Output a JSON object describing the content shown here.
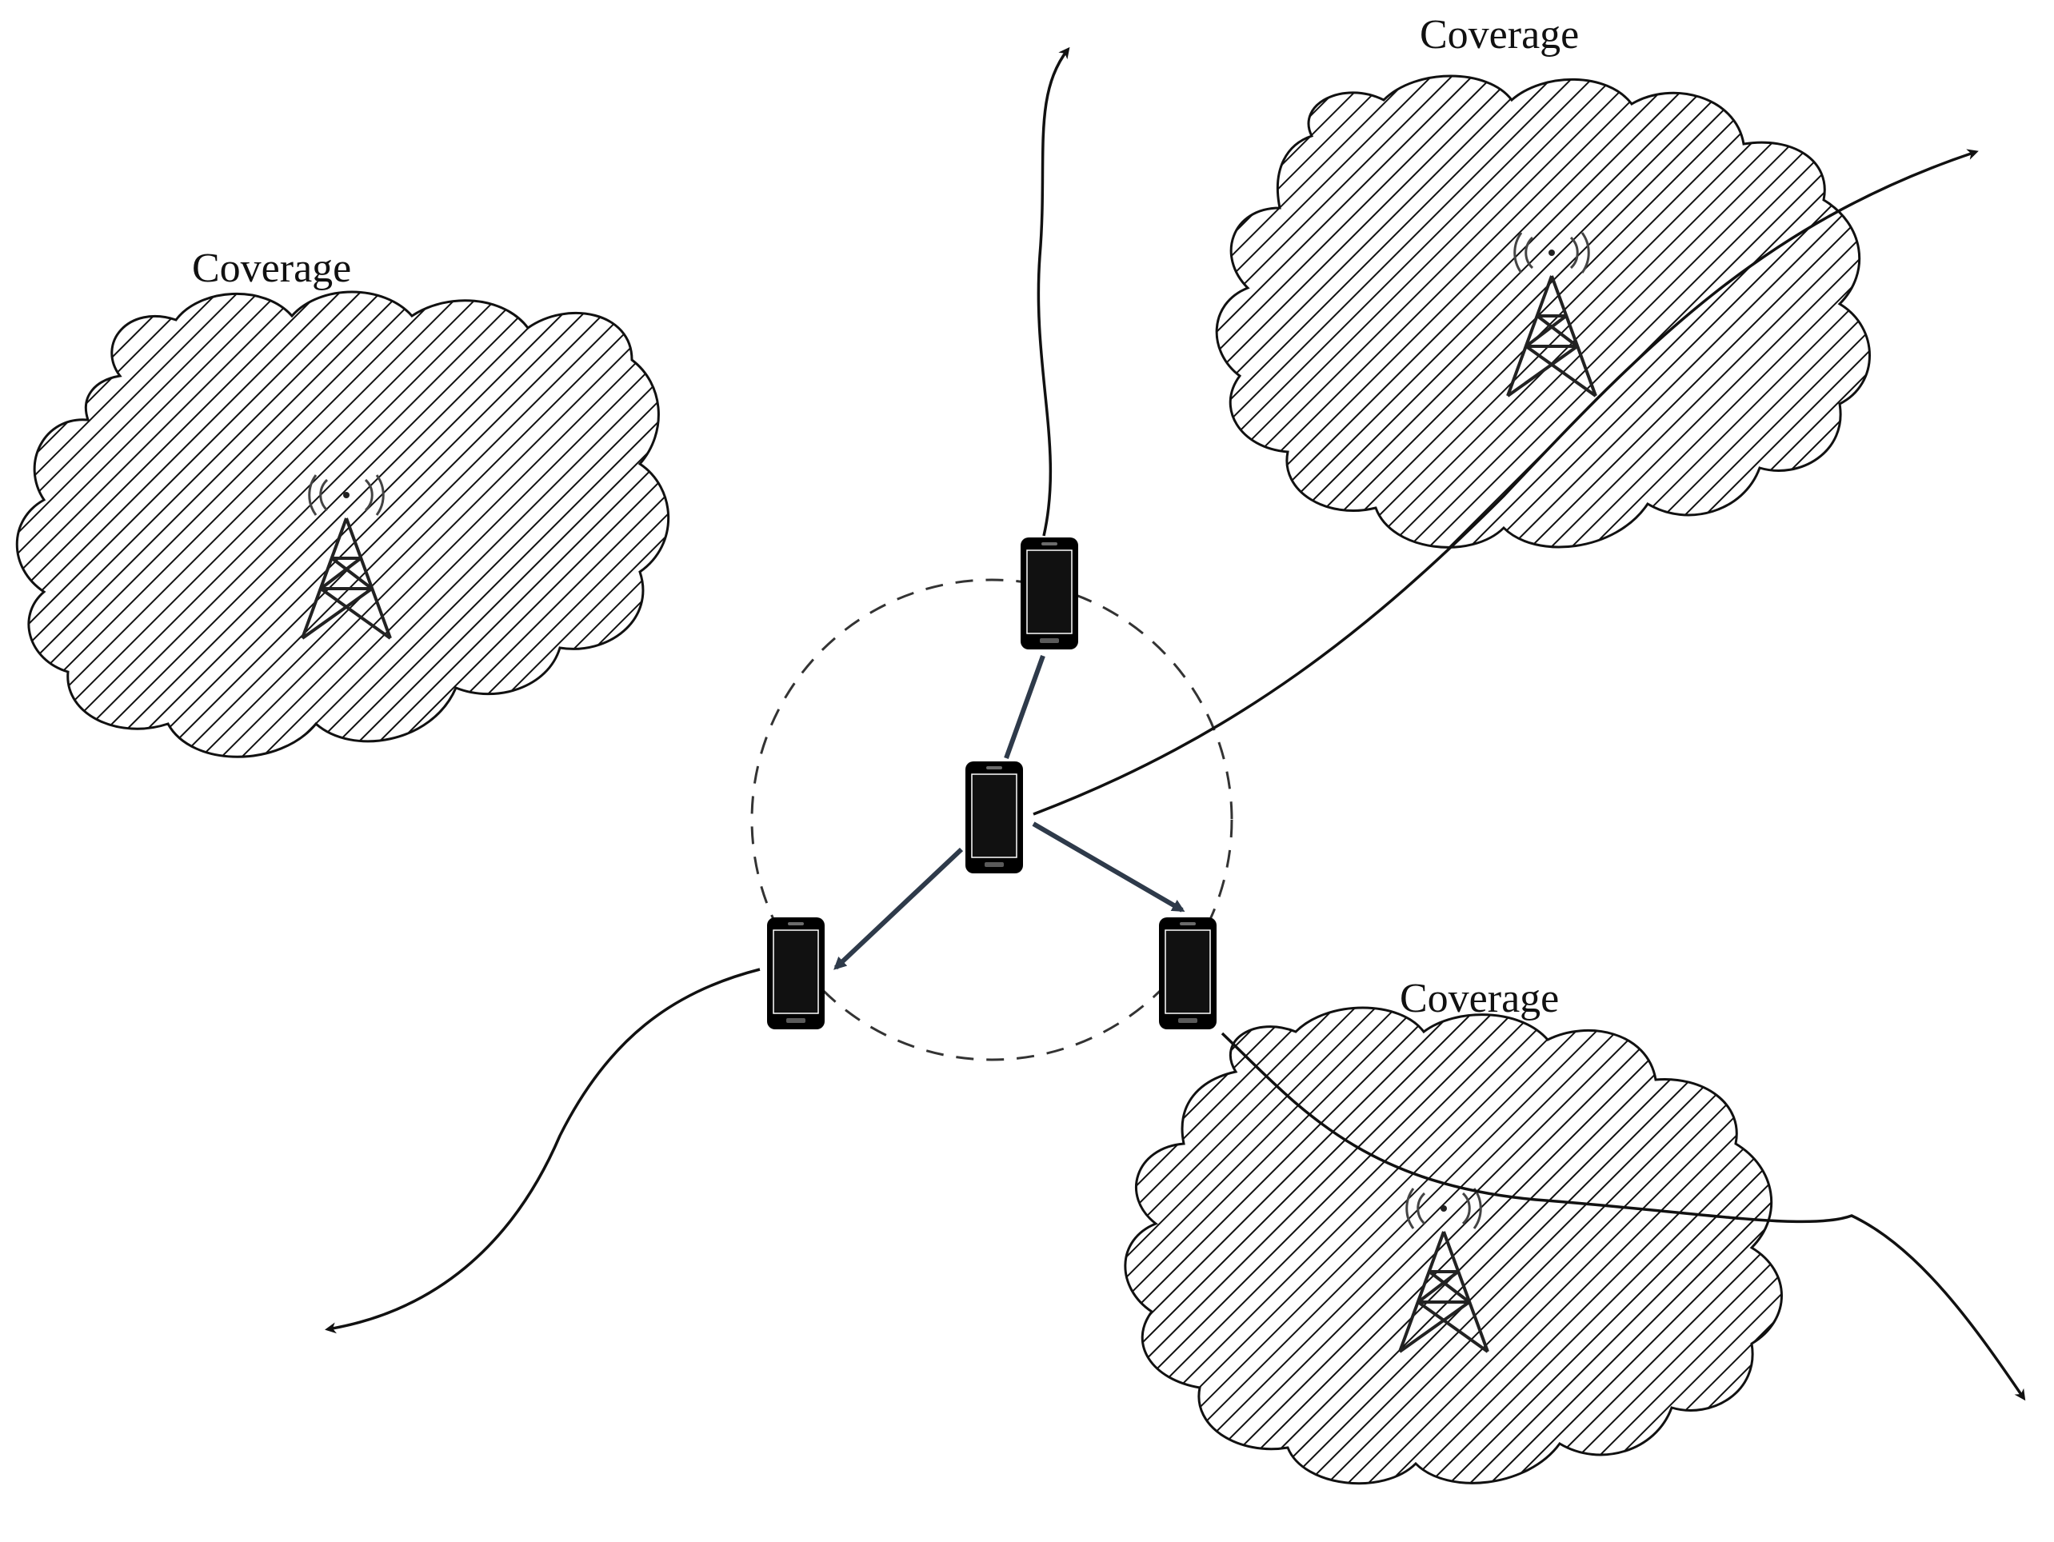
{
  "diagram": {
    "coverage_label": "Coverage",
    "clouds": [
      {
        "id": "left",
        "label": "Coverage"
      },
      {
        "id": "top-right",
        "label": "Coverage"
      },
      {
        "id": "bottom-right",
        "label": "Coverage"
      }
    ],
    "devices": [
      "relay-center",
      "device-top",
      "device-left",
      "device-right"
    ],
    "icons": {
      "cell_tower": "cell-tower-icon",
      "phone": "smartphone-icon"
    },
    "colors": {
      "hatch": "#111111",
      "outline": "#111111",
      "link": "#2e3a4a",
      "phone": "#000000"
    }
  }
}
